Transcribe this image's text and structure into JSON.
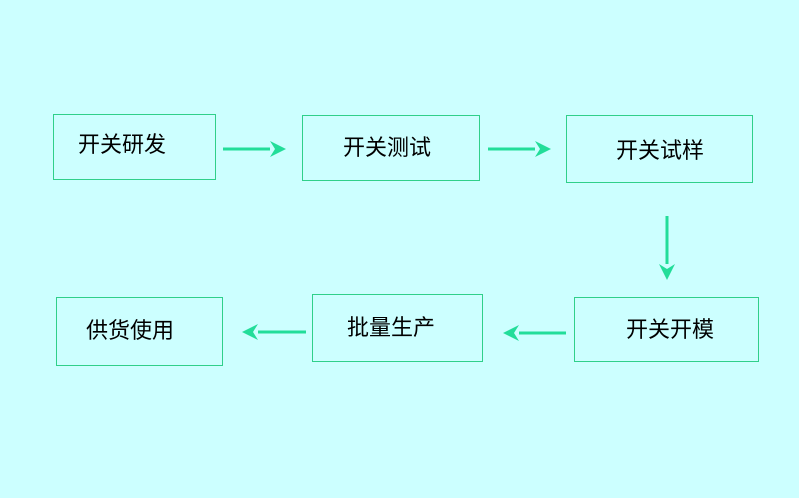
{
  "colors": {
    "background": "#ccffff",
    "box_border": "#2fd08a",
    "arrow": "#22dd99",
    "text": "#000000"
  },
  "flow": {
    "steps": [
      {
        "label": "开关研发"
      },
      {
        "label": "开关测试"
      },
      {
        "label": "开关试样"
      },
      {
        "label": "开关开模"
      },
      {
        "label": "批量生产"
      },
      {
        "label": "供货使用"
      }
    ],
    "connections": [
      {
        "from": "开关研发",
        "to": "开关测试"
      },
      {
        "from": "开关测试",
        "to": "开关试样"
      },
      {
        "from": "开关试样",
        "to": "开关开模"
      },
      {
        "from": "开关开模",
        "to": "批量生产"
      },
      {
        "from": "批量生产",
        "to": "供货使用"
      }
    ]
  }
}
